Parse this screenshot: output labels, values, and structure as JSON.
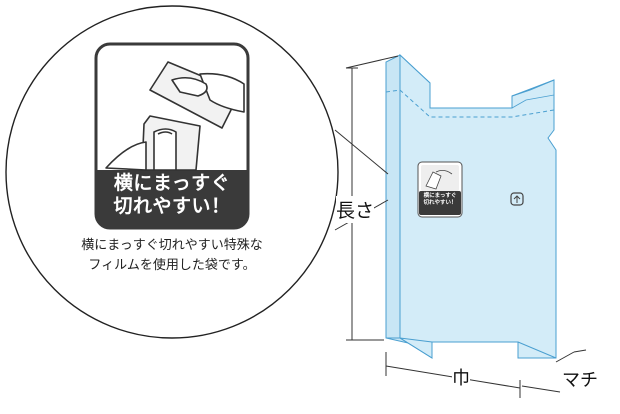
{
  "badge": {
    "line1": "横にまっすぐ",
    "line2": "切れやすい！"
  },
  "description": {
    "line1": "横にまっすぐ切れやすい特殊な",
    "line2": "フィルムを使用した袋です。"
  },
  "dimensions": {
    "length": "長さ",
    "width": "巾",
    "gusset": "マチ"
  },
  "colors": {
    "bag_fill": "#d3ecf8",
    "bag_stroke": "#4a9fd0",
    "badge_dark": "#3a3a3a",
    "line": "#333333"
  }
}
